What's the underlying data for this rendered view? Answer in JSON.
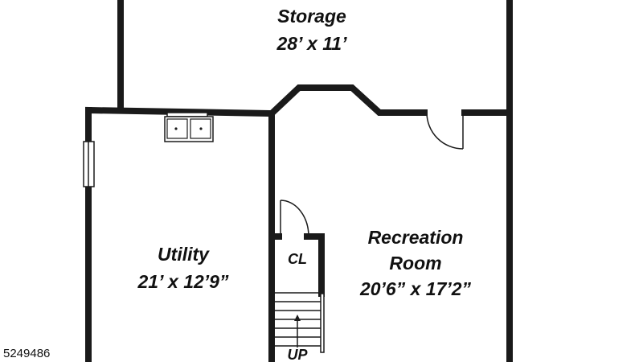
{
  "floorplan": {
    "rooms": {
      "storage": {
        "name": "Storage",
        "dimensions": "28’ x 11’"
      },
      "utility": {
        "name": "Utility",
        "dimensions": "21’ x 12’9”"
      },
      "recreation": {
        "name_line1": "Recreation",
        "name_line2": "Room",
        "dimensions": "20’6” x 17’2”"
      },
      "closet": {
        "label": "CL"
      }
    },
    "stairs": {
      "label": "UP"
    },
    "listing_number": "5249486",
    "colors": {
      "wall": "#1a1a1a",
      "background": "#ffffff"
    },
    "icons": [
      "sink-icon",
      "window-icon",
      "door-swing-icon",
      "stair-arrow-icon"
    ]
  }
}
